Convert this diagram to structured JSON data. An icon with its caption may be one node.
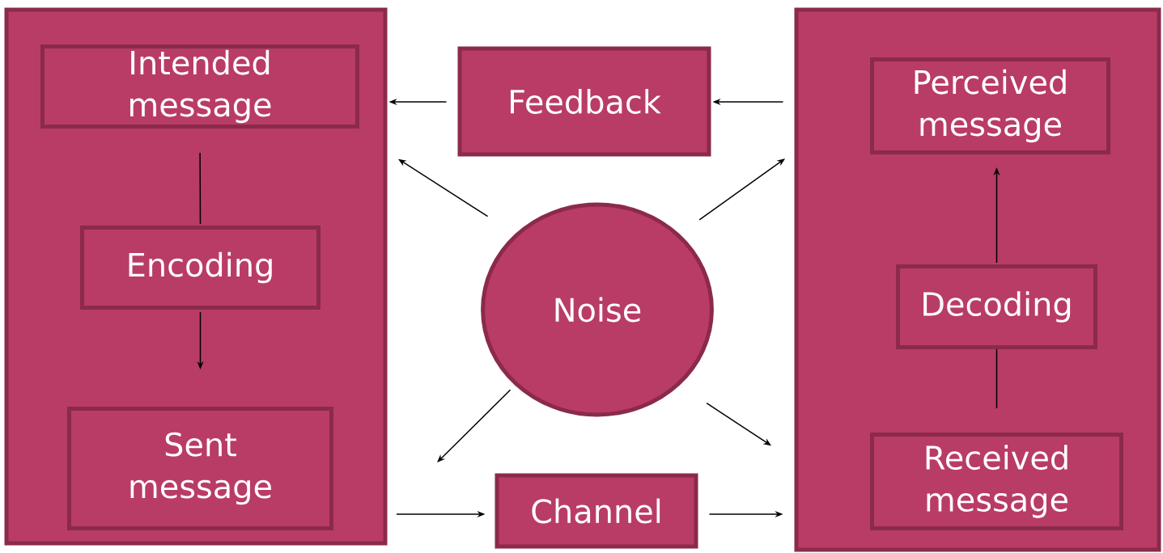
{
  "diagram": {
    "nodes": [
      {
        "text": [],
        "shape": "box"
      },
      {
        "text": [
          "Intended message"
        ],
        "in": 0
      },
      {
        "text": [
          "Encoding"
        ],
        "in": 0
      },
      {
        "text": [
          "Sent message"
        ],
        "in": 0
      },
      {
        "text": [
          "Feedback"
        ]
      },
      {
        "text": [
          "Noise"
        ]
      },
      {
        "text": [
          "Channel"
        ]
      },
      {
        "text": [],
        "shape": "box"
      },
      {
        "text": [
          "Perceived message"
        ],
        "in": 7
      },
      {
        "text": [
          "Decoding"
        ],
        "in": 7
      },
      {
        "text": [
          "Received message"
        ],
        "in": 7
      }
    ],
    "edges": [
      {
        "from": 1,
        "to": 2,
        "arrow": "none"
      },
      {
        "from": 2,
        "to": 3,
        "arrow": "to"
      },
      {
        "from": 3,
        "to": 6,
        "arrow": "to"
      },
      {
        "from": 6,
        "to": 7,
        "arrow": "to"
      },
      {
        "from": 10,
        "to": 9,
        "arrow": "none"
      },
      {
        "from": 9,
        "to": 8,
        "arrow": "to"
      },
      {
        "from": 7,
        "to": 4,
        "arrow": "to"
      },
      {
        "from": 4,
        "to": 0,
        "arrow": "to"
      },
      {
        "from": 5,
        "to": 0,
        "arrow": "to"
      },
      {
        "from": 5,
        "to": 7,
        "arrow": "to"
      },
      {
        "from": 5,
        "to": null,
        "arrow": "to"
      },
      {
        "from": 5,
        "to": 7,
        "arrow": "to"
      }
    ]
  }
}
